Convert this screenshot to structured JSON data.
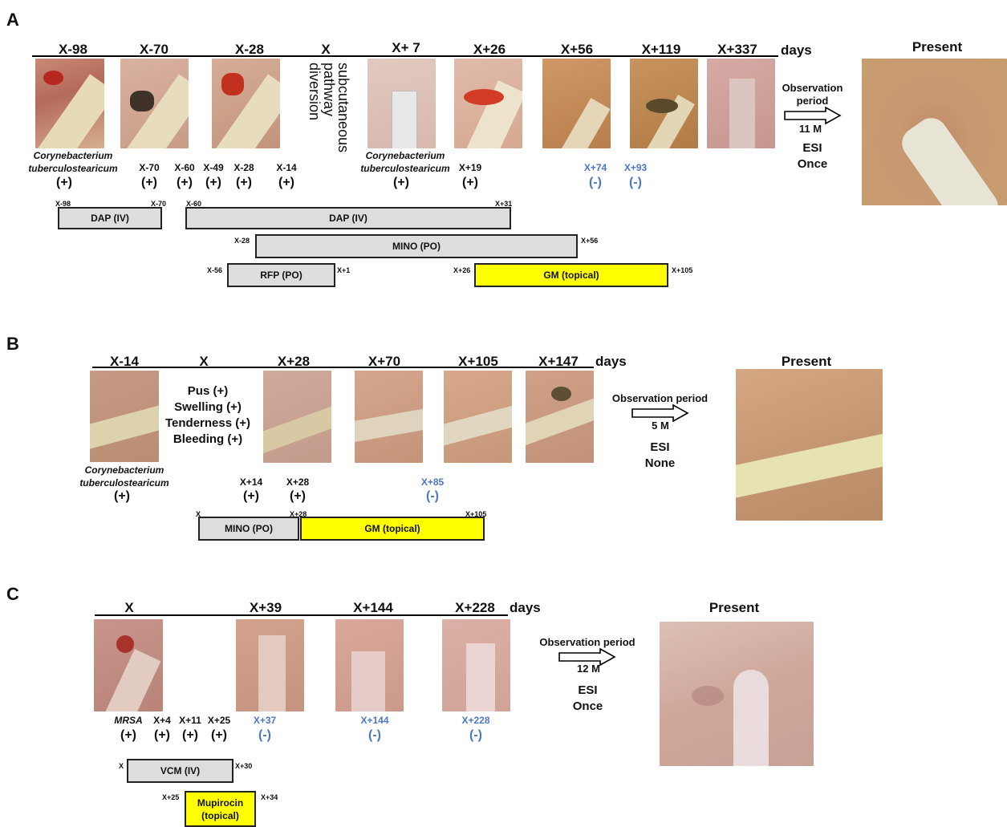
{
  "panel_a": {
    "letter": "A",
    "timepoints": [
      "X-98",
      "X-70",
      "X-28",
      "X",
      "X+ 7",
      "X+26",
      "X+56",
      "X+119",
      "X+337"
    ],
    "days": "days",
    "vertical_lines": [
      "subcutaneous",
      "pathway",
      "diversion"
    ],
    "organism1": [
      "Corynebacterium",
      "tuberculostearicum"
    ],
    "organism2": [
      "Corynebacterium",
      "tuberculostearicum"
    ],
    "cultures": [
      {
        "label": "X-70",
        "result": "(+)"
      },
      {
        "label": "X-60",
        "result": "(+)"
      },
      {
        "label": "X-49",
        "result": "(+)"
      },
      {
        "label": "X-28",
        "result": "(+)"
      },
      {
        "label": "X-14",
        "result": "(+)"
      },
      {
        "label": "X+19",
        "result": "(+)"
      },
      {
        "label": "X+74",
        "result": "(-)"
      },
      {
        "label": "X+93",
        "result": "(-)"
      }
    ],
    "organism1_result": "(+)",
    "organism2_result": "(+)",
    "bars": [
      {
        "label": "DAP (IV)",
        "start": "X-98",
        "end": "X-70"
      },
      {
        "label": "DAP (IV)",
        "start": "X-60",
        "end": "X+31"
      },
      {
        "label": "MINO (PO)",
        "start": "X-28",
        "end": "X+56"
      },
      {
        "label": "RFP (PO)",
        "start": "X-56",
        "end": "X+1"
      },
      {
        "label": "GM (topical)",
        "start": "X+26",
        "end": "X+105"
      }
    ],
    "observation": {
      "title": [
        "Observation",
        "period"
      ],
      "duration": "11 M",
      "esi": "ESI",
      "esi_value": "Once"
    },
    "present": "Present"
  },
  "panel_b": {
    "letter": "B",
    "timepoints": [
      "X-14",
      "X",
      "X+28",
      "X+70",
      "X+105",
      "X+147"
    ],
    "days": "days",
    "symptoms": [
      "Pus (+)",
      "Swelling (+)",
      "Tenderness (+)",
      "Bleeding (+)"
    ],
    "organism": [
      "Corynebacterium",
      "tuberculostearicum"
    ],
    "organism_result": "(+)",
    "cultures": [
      {
        "label": "X+14",
        "result": "(+)"
      },
      {
        "label": "X+28",
        "result": "(+)"
      },
      {
        "label": "X+85",
        "result": "(-)"
      }
    ],
    "bars": [
      {
        "label": "MINO (PO)",
        "start": "X",
        "end": "X+28"
      },
      {
        "label": "GM (topical)",
        "start": "X+28",
        "end": "X+105"
      }
    ],
    "observation": {
      "title": "Observation period",
      "duration": "5 M",
      "esi": "ESI",
      "esi_value": "None"
    },
    "present": "Present"
  },
  "panel_c": {
    "letter": "C",
    "timepoints": [
      "X",
      "X+39",
      "X+144",
      "X+228"
    ],
    "days": "days",
    "organism": "MRSA",
    "organism_result": "(+)",
    "cultures": [
      {
        "label": "X+4",
        "result": "(+)"
      },
      {
        "label": "X+11",
        "result": "(+)"
      },
      {
        "label": "X+25",
        "result": "(+)"
      },
      {
        "label": "X+37",
        "result": "(-)"
      },
      {
        "label": "X+144",
        "result": "(-)"
      },
      {
        "label": "X+228",
        "result": "(-)"
      }
    ],
    "bars": [
      {
        "label": "VCM (IV)",
        "start": "X",
        "end": "X+30"
      },
      {
        "label": "Mupirocin (topical)",
        "label_lines": [
          "Mupirocin",
          "(topical)"
        ],
        "start": "X+25",
        "end": "X+34"
      }
    ],
    "observation": {
      "title": "Observation period",
      "duration": "12 M",
      "esi": "ESI",
      "esi_value": "Once"
    },
    "present": "Present"
  }
}
